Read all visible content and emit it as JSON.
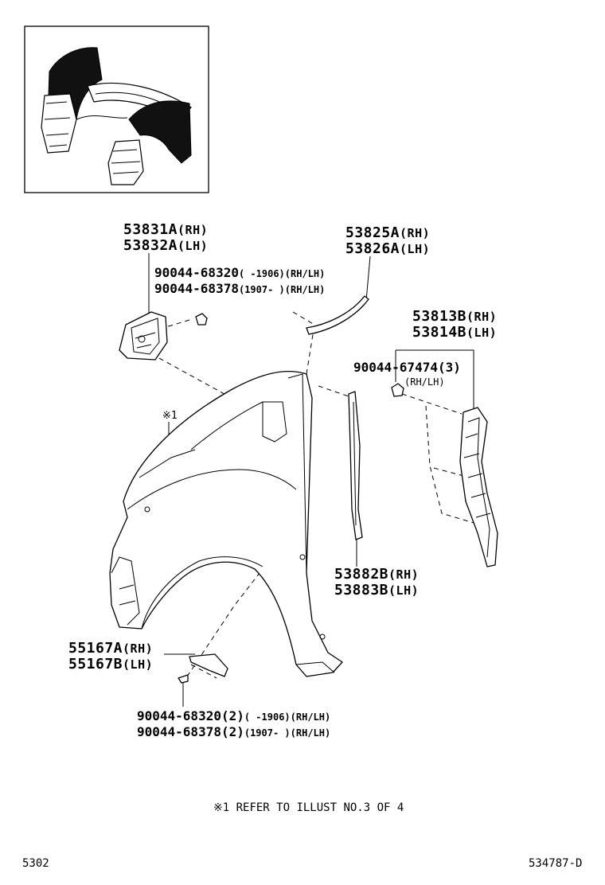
{
  "callouts": {
    "c1": {
      "pn1": "53831A",
      "s1": "(RH)",
      "pn2": "53832A",
      "s2": "(LH)"
    },
    "c2": {
      "pn1": "53825A",
      "s1": "(RH)",
      "pn2": "53826A",
      "s2": "(LH)"
    },
    "c3": {
      "pn1": "53813B",
      "s1": "(RH)",
      "pn2": "53814B",
      "s2": "(LH)"
    },
    "c4": {
      "pn1": "53882B",
      "s1": "(RH)",
      "pn2": "53883B",
      "s2": "(LH)"
    },
    "c5": {
      "pn1": "55167A",
      "s1": "(RH)",
      "pn2": "55167B",
      "s2": "(LH)"
    }
  },
  "fasteners": {
    "f1a": {
      "pn": "90044-68320",
      "note": "(     -1906)(RH/LH)"
    },
    "f1b": {
      "pn": "90044-68378",
      "note": "(1907-     )(RH/LH)"
    },
    "f2": {
      "pn": "90044-67474(3)",
      "note": "(RH/LH)"
    },
    "f3a": {
      "pn": "90044-68320(2)",
      "note": "(     -1906)(RH/LH)"
    },
    "f3b": {
      "pn": "90044-68378(2)",
      "note": "(1907-     )(RH/LH)"
    }
  },
  "ref_mark": "※1",
  "reference_note": "※1 REFER TO ILLUST NO.3 OF 4",
  "page_code": "5302",
  "illust_id": "534787-D"
}
